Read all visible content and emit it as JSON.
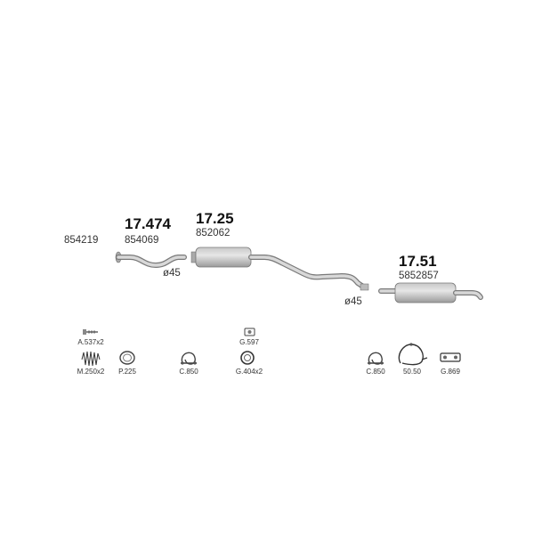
{
  "sections": [
    {
      "number": "",
      "code": "854219"
    },
    {
      "number": "17.474",
      "code": "854069",
      "diameter": "ø45"
    },
    {
      "number": "17.25",
      "code": "852062",
      "diameter": "ø45"
    },
    {
      "number": "17.51",
      "code": "5852857"
    }
  ],
  "accessories": [
    {
      "label": "A.537x2",
      "icon": "bolt-icon"
    },
    {
      "label": "M.250x2",
      "icon": "spring-icon"
    },
    {
      "label": "P.225",
      "icon": "gasket-ring-icon"
    },
    {
      "label": "C.850",
      "icon": "clamp-icon"
    },
    {
      "label": "G.597",
      "icon": "rubber-mount-icon"
    },
    {
      "label": "G.404x2",
      "icon": "rubber-ring-icon"
    },
    {
      "label": "C.850",
      "icon": "clamp-icon"
    },
    {
      "label": "50.50",
      "icon": "hanger-strap-icon"
    },
    {
      "label": "G.869",
      "icon": "rubber-bracket-icon"
    }
  ],
  "colors": {
    "pipe_light": "#d4d4d4",
    "pipe_dark": "#8a8a8a",
    "outline": "#555555"
  }
}
